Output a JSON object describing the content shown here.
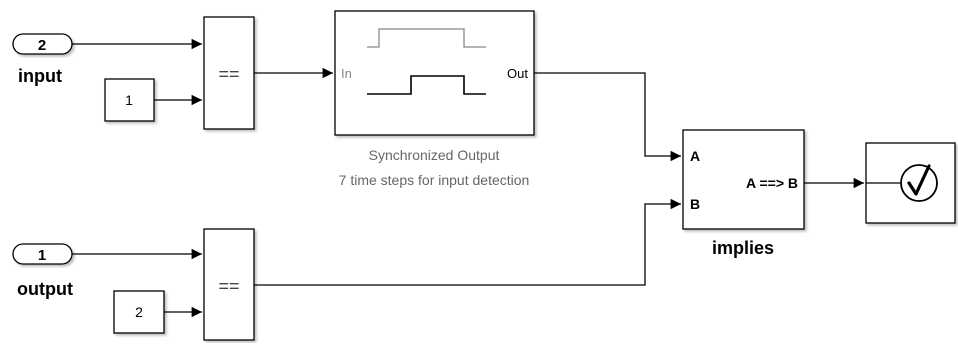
{
  "inports": {
    "input": {
      "number": "2",
      "label": "input"
    },
    "output": {
      "number": "1",
      "label": "output"
    }
  },
  "constants": {
    "top": "1",
    "bottom": "2"
  },
  "compare_blocks": {
    "top": "==",
    "bottom": "=="
  },
  "sync_block": {
    "in_port": "In",
    "out_port": "Out",
    "caption_line1": "Synchronized Output",
    "caption_line2": "7 time steps for input detection"
  },
  "implies_block": {
    "port_a": "A",
    "port_b": "B",
    "expression": "A ==> B",
    "label": "implies"
  },
  "assertion_block": {
    "icon": "checkmark-circle-icon"
  }
}
